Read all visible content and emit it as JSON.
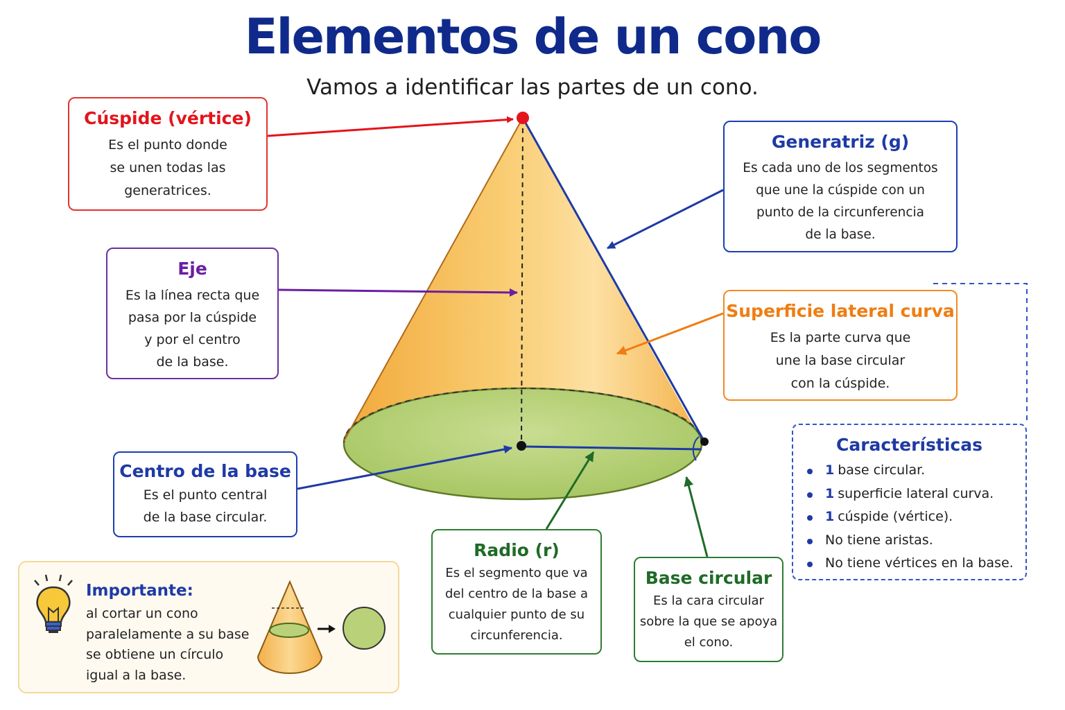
{
  "title": "Elementos de un cono",
  "subtitle": "Vamos a identificar las partes de un cono.",
  "boxes": {
    "cuspide": {
      "heading": "Cúspide (vértice)",
      "lines": [
        "Es el punto donde",
        "se unen todas las",
        "generatrices."
      ]
    },
    "generatriz": {
      "heading": "Generatriz (g)",
      "lines": [
        "Es cada uno de los segmentos",
        "que une la cúspide con un",
        "punto de la circunferencia",
        "de la base."
      ]
    },
    "eje": {
      "heading": "Eje",
      "lines": [
        "Es la línea recta que",
        "pasa por la cúspide",
        "y por el centro",
        "de la base."
      ]
    },
    "superficie": {
      "heading": "Superficie lateral curva",
      "lines": [
        "Es la parte curva que",
        "une la base circular",
        "con la cúspide."
      ]
    },
    "centro": {
      "heading": "Centro de la base",
      "lines": [
        "Es el punto central",
        "de la base circular."
      ]
    },
    "radio": {
      "heading": "Radio (r)",
      "lines": [
        "Es el segmento que va",
        "del centro de la base a",
        "cualquier punto de su",
        "circunferencia."
      ]
    },
    "base": {
      "heading": "Base circular",
      "lines": [
        "Es la cara circular",
        "sobre la que se apoya",
        "el cono."
      ]
    }
  },
  "caracteristicas": {
    "heading": "Características",
    "items": [
      {
        "num": "1",
        "text": "base circular."
      },
      {
        "num": "1",
        "text": "superficie lateral curva."
      },
      {
        "num": "1",
        "text": "cúspide (vértice)."
      },
      {
        "num": "",
        "text": "No tiene aristas."
      },
      {
        "num": "",
        "text": "No tiene vértices en la base."
      }
    ]
  },
  "importante": {
    "heading": "Importante:",
    "lines": [
      "al cortar un cono",
      "paralelamente a su base",
      "se obtiene un círculo",
      "igual a la base."
    ]
  },
  "colors": {
    "title": "#0f2a8a",
    "red": "#e3141b",
    "blue": "#1e3aa5",
    "purple": "#6a1fa2",
    "orange": "#ef7d12",
    "green": "#1f6b27",
    "cone_fill": "#f7c35f",
    "base_fill": "#b9d27a"
  },
  "icons": [
    "lightbulb-icon",
    "arrow-right-icon"
  ]
}
